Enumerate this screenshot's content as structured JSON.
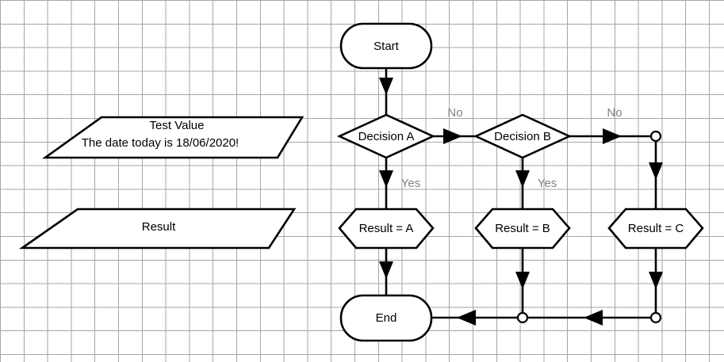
{
  "diagram": {
    "title": "Decision flowchart on grid canvas",
    "background": "#ffffff",
    "grid_color": "#a6a6a6",
    "line_color": "#000000",
    "label_color": "#808080",
    "text_color": "#000000"
  },
  "nodes": {
    "start": {
      "label": "Start",
      "shape": "rounded-rectangle"
    },
    "end": {
      "label": "End",
      "shape": "rounded-rectangle"
    },
    "decision_a": {
      "label": "Decision A",
      "shape": "diamond"
    },
    "decision_b": {
      "label": "Decision B",
      "shape": "diamond"
    },
    "result_a": {
      "label": "Result = A",
      "shape": "hexagon"
    },
    "result_b": {
      "label": "Result = B",
      "shape": "hexagon"
    },
    "result_c": {
      "label": "Result = C",
      "shape": "hexagon"
    },
    "test_value": {
      "shape": "parallelogram",
      "line1": "Test Value",
      "line2": "The date today is 18/06/2020!"
    },
    "result_io": {
      "shape": "parallelogram",
      "label": "Result"
    }
  },
  "edge_labels": {
    "no_a": "No",
    "no_b": "No",
    "yes_a": "Yes",
    "yes_b": "Yes"
  },
  "connectors": [
    {
      "name": "junction-top-right"
    },
    {
      "name": "junction-bottom-middle"
    },
    {
      "name": "junction-bottom-right"
    }
  ]
}
